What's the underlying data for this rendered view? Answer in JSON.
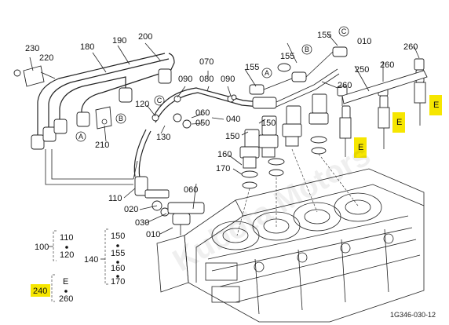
{
  "diagram": {
    "figure_code": "1G346-030-12",
    "watermark": "Kubota Motors",
    "highlight_color": "#f6e600",
    "labels": {
      "p230": "230",
      "p220": "220",
      "p180": "180",
      "p190": "190",
      "p200": "200",
      "p210": "210",
      "p120": "120",
      "p090a": "090",
      "p080": "080",
      "p090b": "090",
      "p070": "070",
      "p060a": "060",
      "p050": "050",
      "p040": "040",
      "p130": "130",
      "p110": "110",
      "p020": "020",
      "p030": "030",
      "p010a": "010",
      "p060b": "060",
      "p155a": "155",
      "p155b": "155",
      "p155c": "155",
      "p010b": "010",
      "p150a": "150",
      "p150b": "150",
      "p160a": "160",
      "p170a": "170",
      "p260a": "260",
      "p250": "250",
      "p260b": "260",
      "p260c": "260",
      "l100": "100",
      "l110": "110",
      "l120": "120",
      "l140": "140",
      "l150": "150",
      "l155": "155",
      "l160": "160",
      "l170": "170",
      "l240": "240",
      "lE": "E",
      "l260": "260",
      "eA": "E",
      "eB": "E",
      "eC": "E"
    },
    "circled": {
      "A1": "A",
      "B1": "B",
      "C1": "C",
      "A2": "A",
      "B2": "B",
      "C2": "C"
    }
  }
}
